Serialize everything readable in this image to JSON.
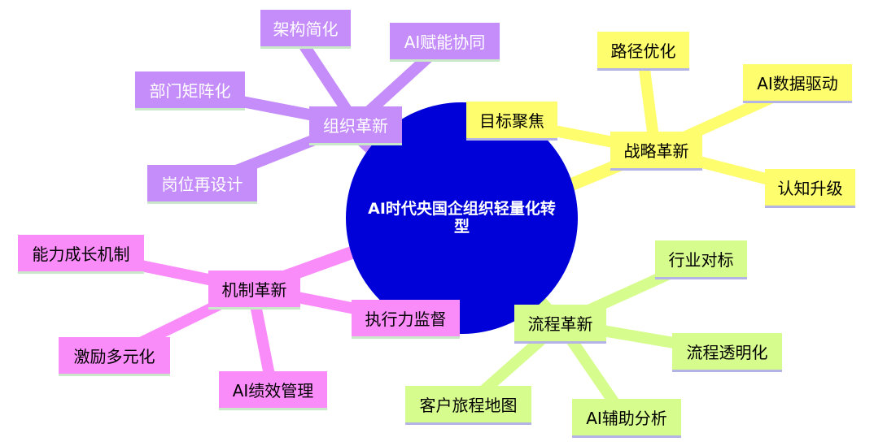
{
  "title": "AI时代央国企组织轻量化转型",
  "colors": {
    "center": "#0000d8",
    "organization": "#c58dfa",
    "strategy": "#fdfd6e",
    "mechanism": "#f98cf9",
    "process": "#d7fc8e",
    "text_dark": "#000000",
    "text_light": "#ffffff"
  },
  "branches": {
    "organization": {
      "label": "组织革新",
      "children": [
        "架构简化",
        "AI赋能协同",
        "部门矩阵化",
        "岗位再设计"
      ]
    },
    "strategy": {
      "label": "战略革新",
      "children": [
        "路径优化",
        "AI数据驱动",
        "目标聚焦",
        "认知升级"
      ]
    },
    "mechanism": {
      "label": "机制革新",
      "children": [
        "能力成长机制",
        "激励多元化",
        "AI绩效管理",
        "执行力监督"
      ]
    },
    "process": {
      "label": "流程革新",
      "children": [
        "行业对标",
        "流程透明化",
        "AI辅助分析",
        "客户旅程地图"
      ]
    }
  }
}
